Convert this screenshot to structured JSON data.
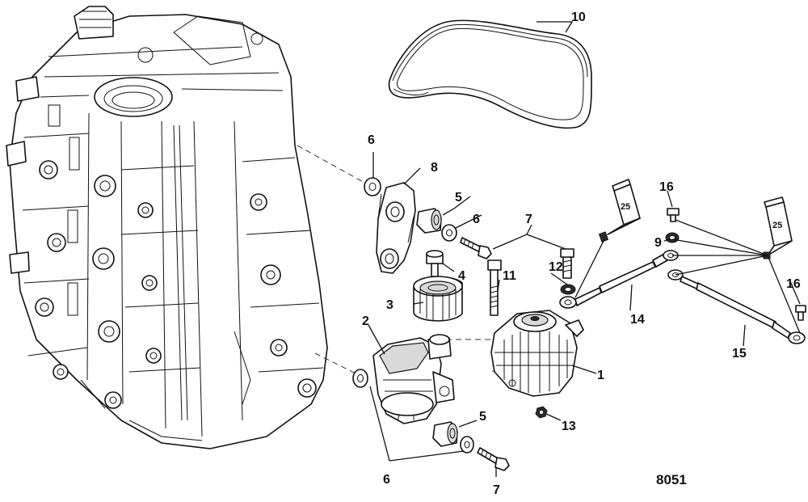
{
  "figure_id": "8051",
  "callouts": {
    "c1": "1",
    "c2": "2",
    "c3": "3",
    "c4": "4",
    "c5a": "5",
    "c5b": "5",
    "c6a": "6",
    "c6b": "6",
    "c6c": "6",
    "c7a": "7",
    "c7b": "7",
    "c8": "8",
    "c9": "9",
    "c10": "10",
    "c11": "11",
    "c12": "12",
    "c13": "13",
    "c14": "14",
    "c15": "15",
    "c16a": "16",
    "c16b": "16"
  },
  "tubes": {
    "t1": "25",
    "t2": "25"
  }
}
